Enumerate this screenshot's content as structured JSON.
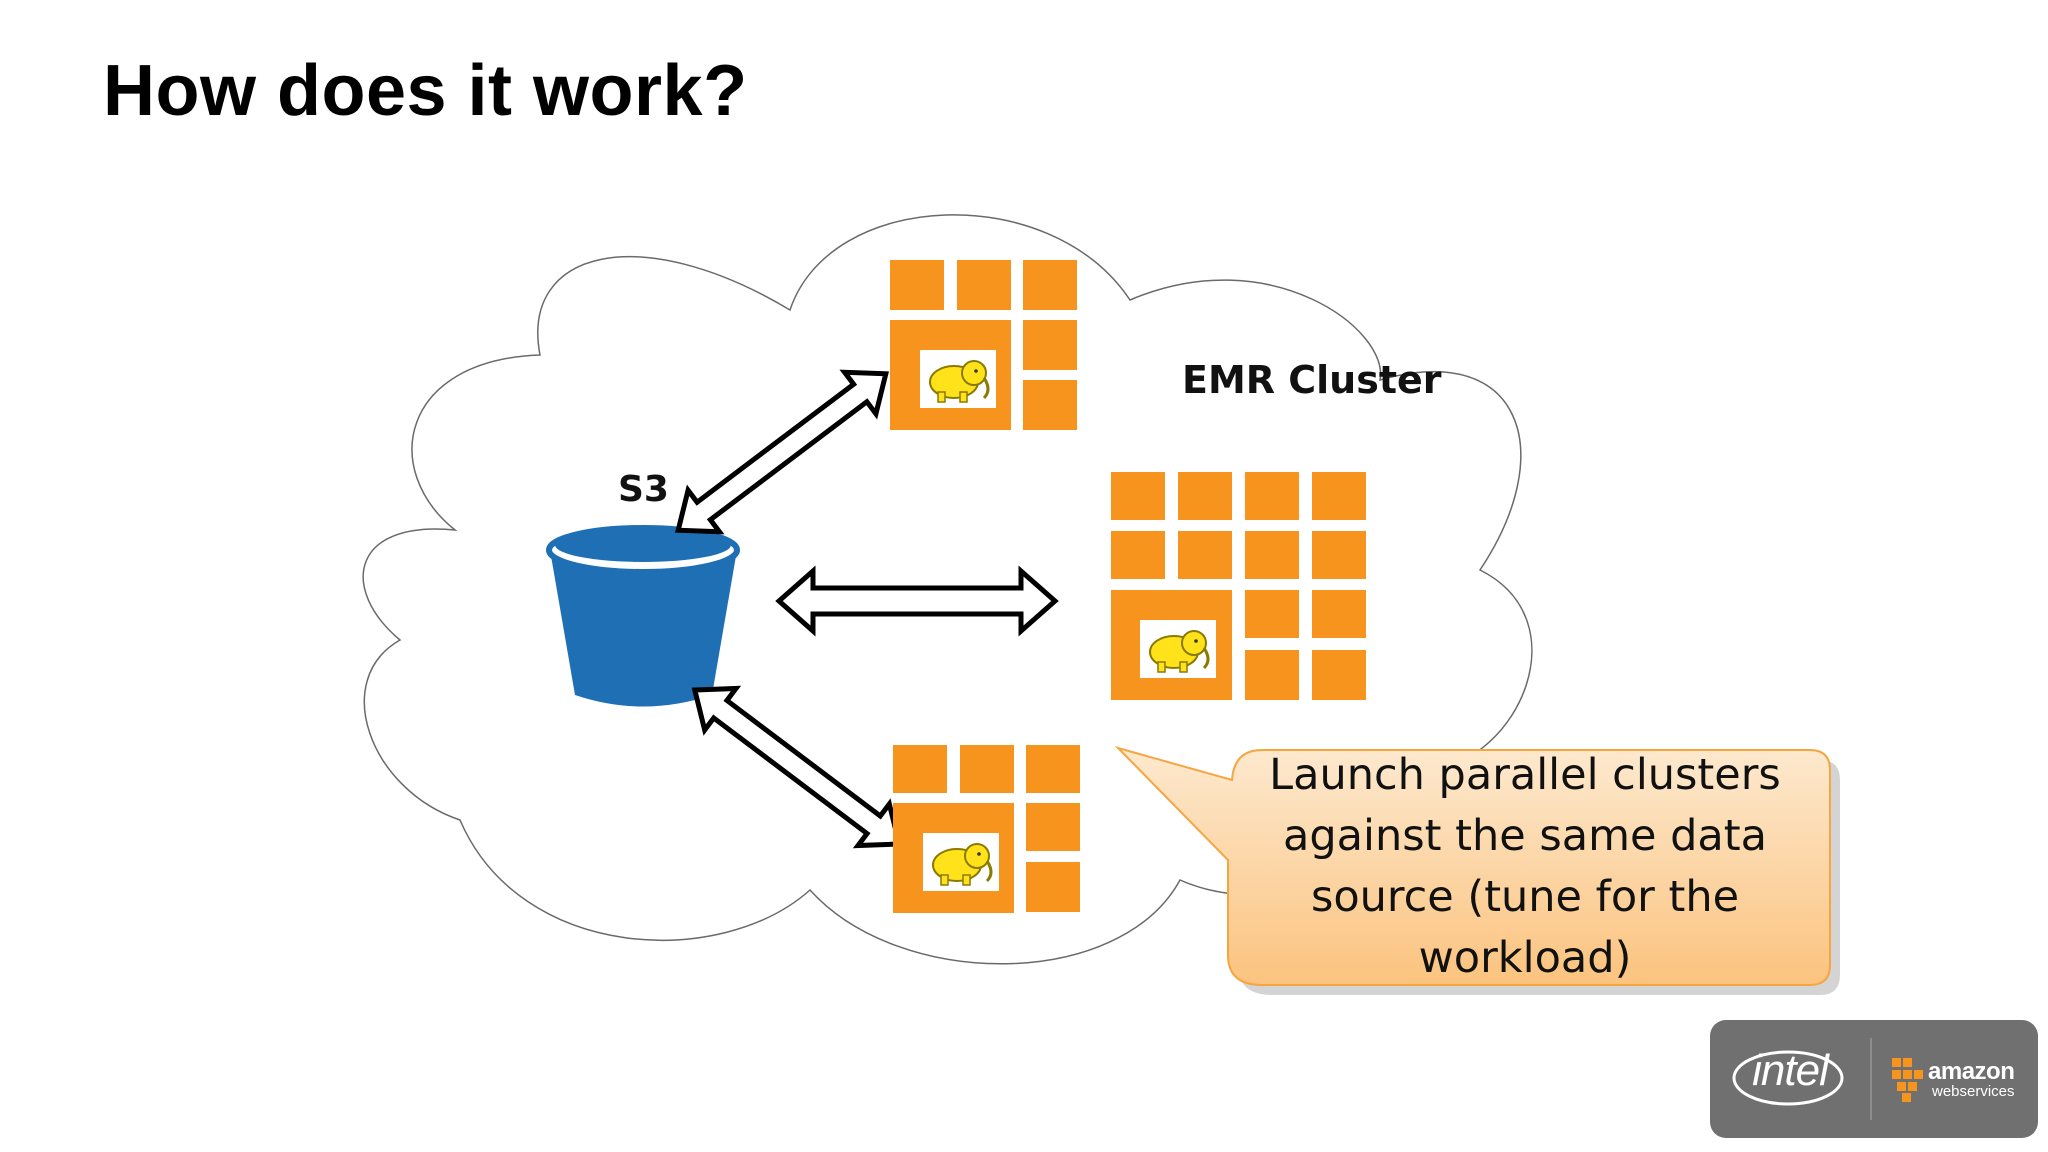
{
  "slide": {
    "title": "How does it work?"
  },
  "diagram": {
    "s3_label": "S3",
    "emr_label": "EMR Cluster",
    "callout": "Launch parallel clusters against the same data source (tune for the workload)"
  },
  "logos": {
    "intel": "intel",
    "amazon": "amazon",
    "aws_sub": "webservices"
  },
  "colors": {
    "instance_orange": "#f7941e",
    "bucket_blue": "#1f6fb5",
    "callout_fill": "#fcd29a",
    "logo_bg": "#707070"
  }
}
